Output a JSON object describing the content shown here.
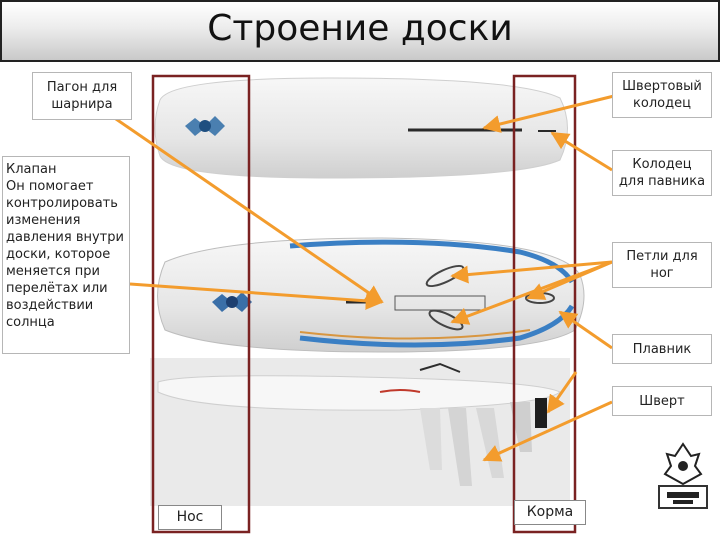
{
  "title": "Строение доски",
  "labels": {
    "hinge_strap": [
      "Пагон для",
      "шарнира"
    ],
    "centerboard_well": [
      "Швертовый",
      "колодец"
    ],
    "valve": [
      "Клапан",
      "Он помогает",
      "контролировать",
      "изменения",
      "давления внутри",
      "доски, которое",
      "меняется при",
      "перелётах или",
      "воздействии",
      "солнца"
    ],
    "mast_track": [
      "Колодец",
      "для павника"
    ],
    "foot_straps": [
      "Петли для",
      "ног"
    ],
    "fin": "Плавник",
    "centerboard": "Шверт",
    "nose": "Нос",
    "tail": "Корма"
  },
  "colors": {
    "arrow": "#f39c2d",
    "frame": "#7a2222",
    "stripe": "#3a7fc4"
  },
  "icons": [
    "board-brand-logo",
    "corner-logo"
  ]
}
